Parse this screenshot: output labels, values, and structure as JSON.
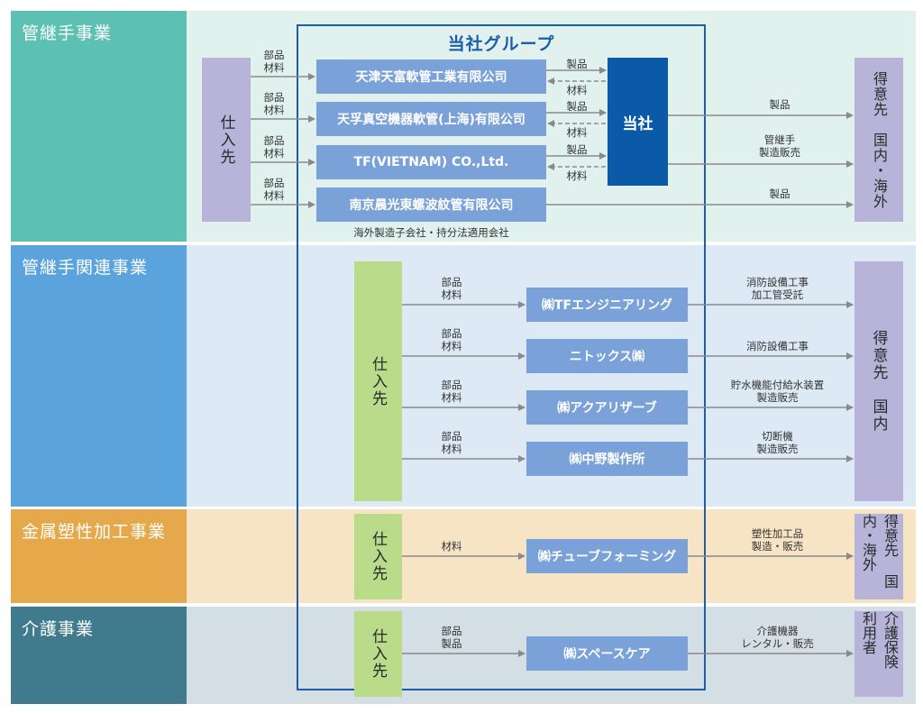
{
  "colors": {
    "seg1_label_bg": "#5cc1b3",
    "seg1_bg": "#e1f2ee",
    "seg2_label_bg": "#5aa3dc",
    "seg2_bg": "#dde9f5",
    "seg3_label_bg": "#e5a84a",
    "seg3_bg": "#f7e4c4",
    "seg4_label_bg": "#3f7a8d",
    "seg4_bg": "#d4dfe5",
    "company_box": "#7aa2d9",
    "tousha_box": "#0b5aa8",
    "supplier_purple": "#b7b3d9",
    "supplier_green": "#b9db8a",
    "group_border": "#1c5fa8",
    "arrow": "#888888"
  },
  "segments": [
    {
      "label": "管継手事業"
    },
    {
      "label": "管継手関連事業"
    },
    {
      "label": "金属塑性加工事業"
    },
    {
      "label": "介護事業"
    }
  ],
  "group": {
    "title": "当社グループ",
    "note": "海外製造子会社・持分法適用会社"
  },
  "tousha": "当社",
  "seg1": {
    "supplier": "仕入先",
    "customer": "得意先　国内・海外",
    "companies": [
      "天津天富軟管工業有限公司",
      "天孚真空機器軟管(上海)有限公司",
      "TF(VIETNAM) CO.,Ltd.",
      "南京晨光東螺波紋管有限公司"
    ],
    "inputs": [
      "部品\n材料",
      "部品\n材料",
      "部品\n材料",
      "部品\n材料"
    ],
    "to_tousha": [
      "製品",
      "製品",
      "製品"
    ],
    "from_tousha": [
      "材料",
      "材料",
      "材料"
    ],
    "outputs": [
      "製品",
      "管継手\n製造販売",
      "製品"
    ]
  },
  "seg2": {
    "supplier": "仕入先",
    "customer": "得意先　国内",
    "companies": [
      "㈱TFエンジニアリング",
      "ニトックス㈱",
      "㈱アクアリザーブ",
      "㈱中野製作所"
    ],
    "inputs": [
      "部品\n材料",
      "部品\n材料",
      "部品\n材料",
      "部品\n材料"
    ],
    "outputs": [
      "消防設備工事\n加工管受託",
      "消防設備工事",
      "貯水機能付給水装置\n製造販売",
      "切断機\n製造販売"
    ]
  },
  "seg3": {
    "supplier": "仕入先",
    "customer": "得意先 国内・海外",
    "company": "㈱チューブフォーミング",
    "input": "材料",
    "output": "塑性加工品\n製造・販売"
  },
  "seg4": {
    "supplier": "仕入先",
    "customer": "介護保険 利用者",
    "company": "㈱スペースケア",
    "input": "部品\n製品",
    "output": "介護機器\nレンタル・販売"
  }
}
